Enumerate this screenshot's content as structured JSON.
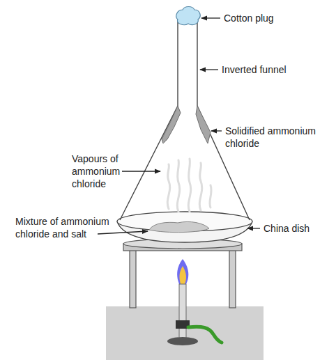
{
  "diagram": {
    "labels": [
      "Cotton plug",
      "Inverted funnel",
      "Solidified ammonium chloride",
      "Vapours of ammonium chloride",
      "Mixture of ammonium chloride and salt",
      "China dish"
    ]
  }
}
